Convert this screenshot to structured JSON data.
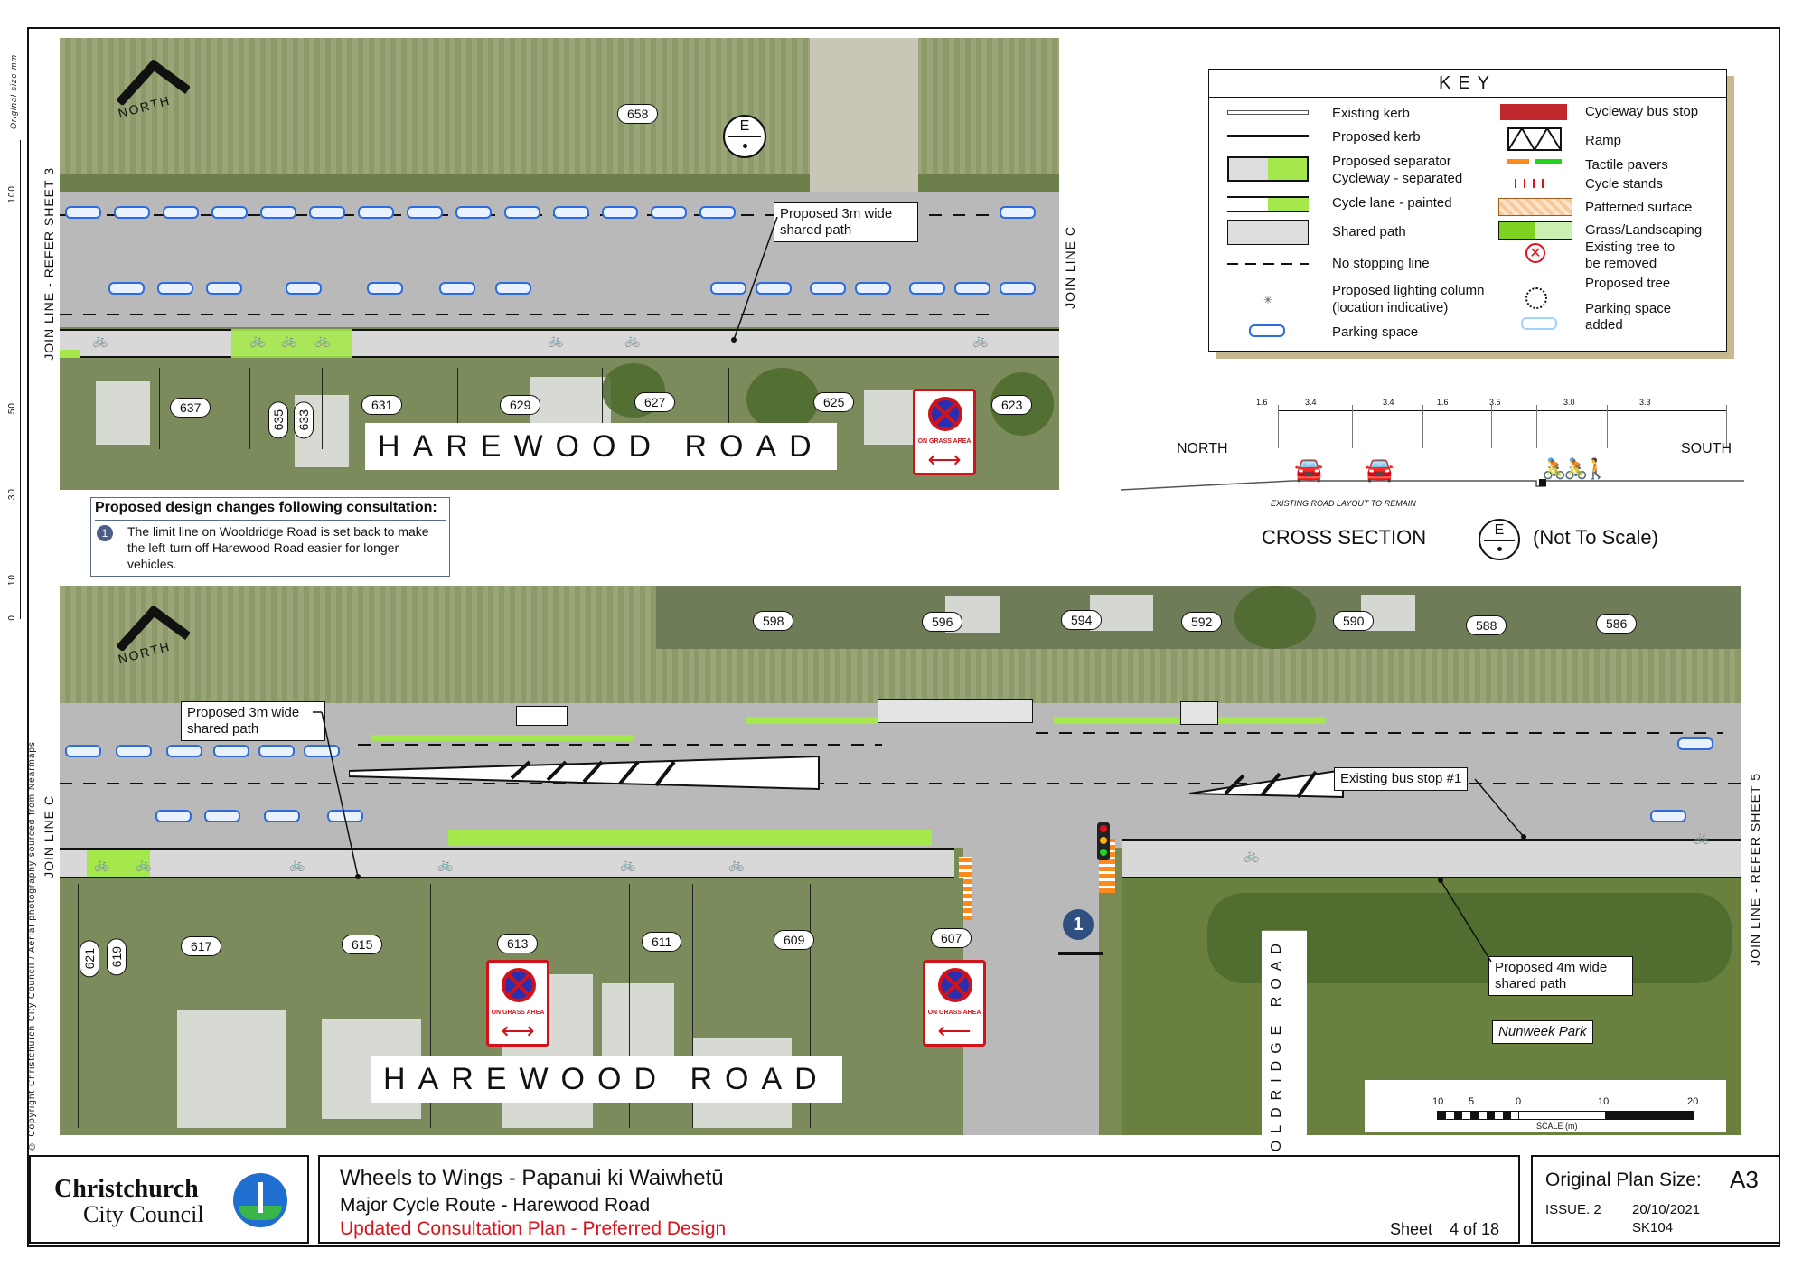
{
  "sheet": {
    "join_line_left_top": "JOIN LINE - REFER SHEET 3",
    "join_line_c_top": "JOIN LINE C",
    "join_line_c_bottom": "JOIN LINE C",
    "join_line_right_bottom": "JOIN LINE - REFER SHEET 5",
    "north_top": "NORTH",
    "north_bottom": "NORTH",
    "road_name_top": "HAREWOOD ROAD",
    "road_name_bottom": "HAREWOOD ROAD",
    "wooldridge_road": "WOOLDRIDGE ROAD",
    "nunweek_park": "Nunweek Park",
    "copyright": "© Copyright Christchurch City Council  /  Aerial photography sourced from Nearmaps",
    "ruler_label": "Original size mm",
    "ruler_ticks": [
      "100",
      "50",
      "30",
      "10",
      "0"
    ],
    "section_marker": "E",
    "marker_number": "1"
  },
  "top_panel": {
    "addresses": [
      "658",
      "637",
      "635",
      "633",
      "631",
      "629",
      "627",
      "625",
      "623"
    ],
    "callout_shared_path": "Proposed 3m wide shared path",
    "sign_text": "ON GRASS AREA"
  },
  "bottom_panel": {
    "addresses": [
      "598",
      "596",
      "594",
      "592",
      "590",
      "588",
      "586",
      "621",
      "619",
      "617",
      "615",
      "613",
      "611",
      "609",
      "607"
    ],
    "callout_shared_path": "Proposed 3m wide shared path",
    "callout_bus_stop": "Existing bus stop #1",
    "callout_4m_path": "Proposed 4m wide shared path",
    "sign_text": "ON GRASS AREA"
  },
  "info_box": {
    "title": "Proposed design changes following consultation:",
    "item_number": "1",
    "item_text": "The limit line on Wooldridge Road is set back to make the left-turn off Harewood Road easier for longer vehicles."
  },
  "key": {
    "title": "KEY",
    "left_items": [
      "Existing kerb",
      "Proposed kerb",
      "Proposed separator",
      "Cycleway - separated",
      "Cycle lane - painted",
      "Shared path",
      "No stopping line",
      "Proposed lighting column",
      "(location indicative)",
      "Parking space"
    ],
    "right_items": [
      "Cycleway bus stop",
      "Ramp",
      "Tactile pavers",
      "Cycle stands",
      "Patterned surface",
      "Grass/Landscaping",
      "Existing tree to",
      "be removed",
      "Proposed tree",
      "Parking space",
      "added"
    ],
    "colors": {
      "bus_stop": "#c0282d",
      "tactile_orange": "#ff8a1c",
      "tactile_green": "#22d21e",
      "grass": "#7ed321",
      "parking": "#2c6be0",
      "parking_added": "#9fd4ff",
      "patterned": "#f6c89a",
      "tree_remove": "#e0101c"
    }
  },
  "cross_section": {
    "dimensions": [
      "1.6",
      "3.4",
      "3.4",
      "1.6",
      "3.5",
      "3.0",
      "3.3"
    ],
    "north_label": "NORTH",
    "south_label": "SOUTH",
    "road_note": "EXISTING ROAD LAYOUT TO REMAIN",
    "title": "CROSS SECTION",
    "marker": "E",
    "note": "(Not To Scale)"
  },
  "scale_bar": {
    "ticks": [
      "10",
      "5",
      "0",
      "10",
      "20"
    ],
    "label": "SCALE (m)"
  },
  "title_block": {
    "org_line1": "Christchurch",
    "org_line2": "City Council",
    "project": "Wheels to Wings - Papanui ki Waiwhetū",
    "subtitle": "Major Cycle Route - Harewood Road",
    "status": "Updated Consultation Plan - Preferred Design",
    "sheet_label": "Sheet",
    "sheet_value": "4 of 18",
    "plan_size_label": "Original Plan Size:",
    "plan_size_value": "A3",
    "issue_label": "ISSUE. 2",
    "date": "20/10/2021",
    "drawing_no": "SK104"
  }
}
